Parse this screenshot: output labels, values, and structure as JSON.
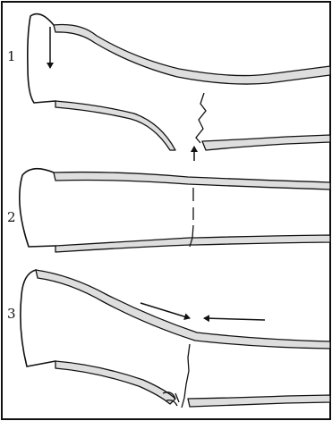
{
  "figure": {
    "panels": [
      {
        "label": "1",
        "force": "arrow-pointing-up-at-fracture"
      },
      {
        "label": "2",
        "force": "none"
      },
      {
        "label": "3",
        "force": "opposing-horizontal-arrows"
      }
    ],
    "colors": {
      "line": "#111111",
      "cortex_fill": "#dedede",
      "background": "#ffffff"
    }
  }
}
